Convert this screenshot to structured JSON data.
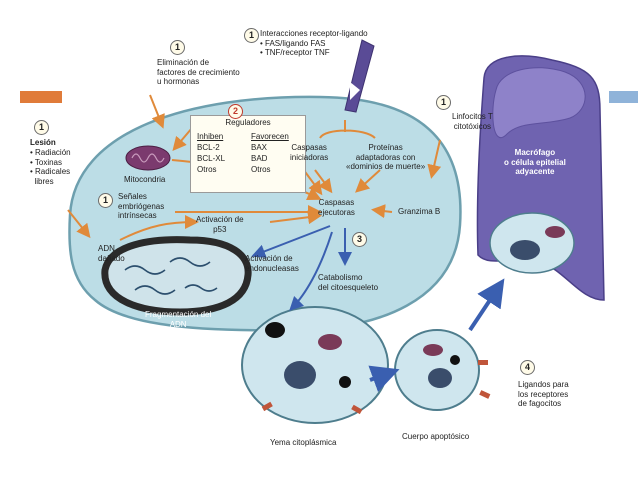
{
  "numbers": [
    "1",
    "2",
    "3",
    "4"
  ],
  "labels": {
    "growth_factors": "Eliminación de\nfactores de crecimiento\nu hormonas",
    "receptor_ligand": "Interacciones receptor-ligando\n• FAS/ligando FAS\n• TNF/receptor TNF",
    "lesion_title": "Lesión",
    "lesion_items": "• Radiación\n• Toxinas\n• Radicales\n  libres",
    "mitochondria": "Mitocondria",
    "regulators_title": "Reguladores",
    "inhibit_header": "Inhiben",
    "inhibit_items": "BCL-2\nBCL-XL\nOtros",
    "favor_header": "Favorecen",
    "favor_items": "BAX\nBAD\nOtros",
    "initiator_caspases": "Caspasas\niniciadoras",
    "adapter_proteins": "Proteínas\nadaptadoras con\n«dominios de muerte»",
    "t_lymphocytes": "Linfocitos T\ncitotóxicos",
    "macrophage": "Macrófago\no célula epitelial\nadyacente",
    "embryonic_signals": "Señales\nembriógenas\nintrínsecas",
    "p53_activation": "Activación de\np53",
    "executor_caspases": "Caspasas\nejecutoras",
    "granzyme": "Granzima B",
    "damaged_dna": "ADN\ndañado",
    "endonuclease_activation": "Activación de\nendonucleasas",
    "cytoskeleton_catabolism": "Catabolismo\ndel citoesqueleto",
    "dna_fragmentation": "Fragmentación del\nADN",
    "ligands_receptors": "Ligandos para\nlos receptores\nde fagocitos",
    "cytoplasmic_bud": "Yema citoplásmica",
    "apoptotic_body": "Cuerpo apoptósico"
  },
  "colors": {
    "cell": "#bcdde6",
    "cell_edge": "#6d9fae",
    "macrophage": "#6f63b0",
    "arrow_orange": "#e08a3a",
    "arrow_blue": "#3a5fb0",
    "deco_orange": "#e07b39",
    "deco_blue": "#8fb3d9"
  }
}
